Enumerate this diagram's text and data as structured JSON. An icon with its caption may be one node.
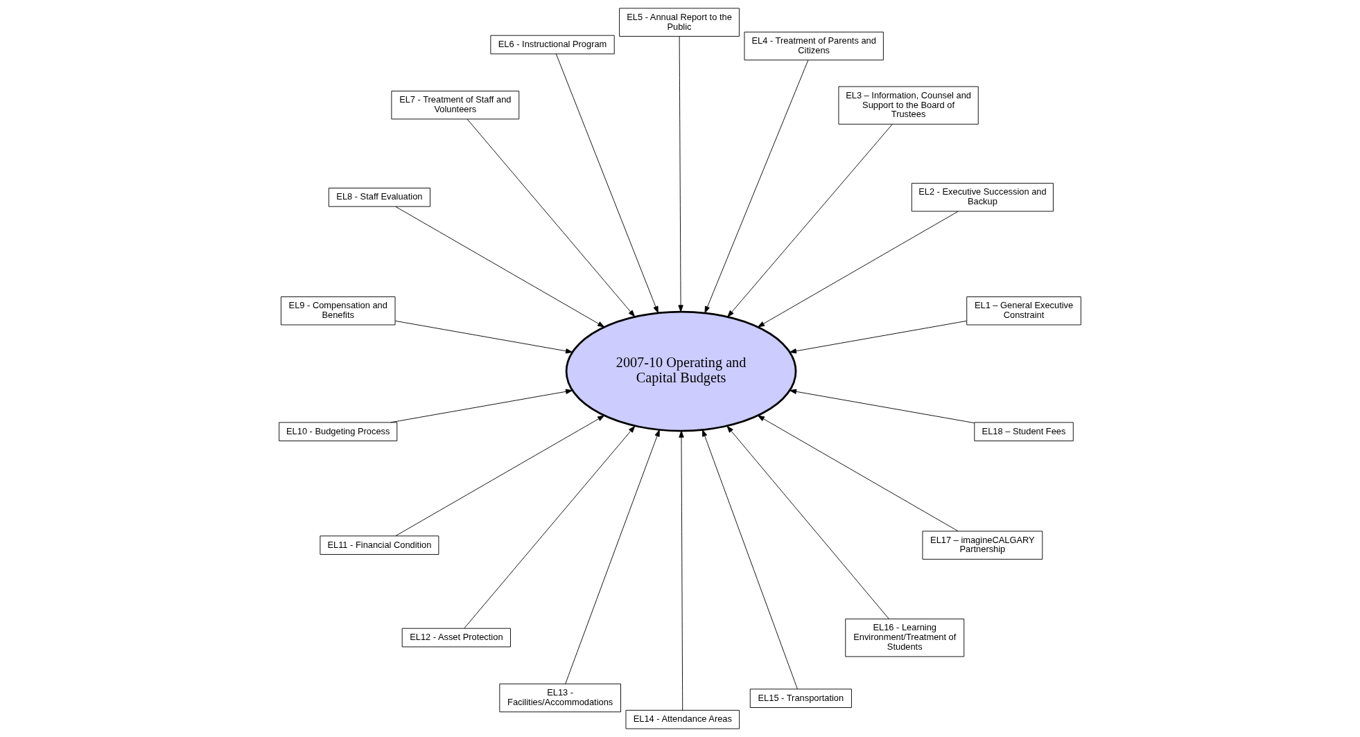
{
  "diagram": {
    "nodes": [
      {
        "text": [
          "2007-10 Operating and Capital Budgets"
        ]
      },
      {
        "text": [
          "EL1 – General Executive Constraint"
        ]
      },
      {
        "text": [
          "EL2 - Executive Succession and Backup"
        ]
      },
      {
        "text": [
          "EL3 – Information, Counsel and Support to the Board of Trustees"
        ]
      },
      {
        "text": [
          "EL4 - Treatment of Parents and Citizens"
        ]
      },
      {
        "text": [
          "EL5 - Annual Report to the Public"
        ]
      },
      {
        "text": [
          "EL6 - Instructional Program"
        ]
      },
      {
        "text": [
          "EL7 - Treatment of Staff and Volunteers"
        ]
      },
      {
        "text": [
          "EL8 - Staff Evaluation"
        ]
      },
      {
        "text": [
          "EL9 - Compensation and Benefits"
        ]
      },
      {
        "text": [
          "EL10 - Budgeting Process"
        ]
      },
      {
        "text": [
          "EL11 - Financial Condition"
        ]
      },
      {
        "text": [
          "EL12 - Asset Protection"
        ]
      },
      {
        "text": [
          "EL13 - Facilities/Accommodations"
        ]
      },
      {
        "text": [
          "EL14 - Attendance Areas"
        ]
      },
      {
        "text": [
          "EL15 - Transportation"
        ]
      },
      {
        "text": [
          "EL16 - Learning Environment/Treatment of Students"
        ]
      },
      {
        "text": [
          "EL17 – imagineCALGARY Partnership"
        ]
      },
      {
        "text": [
          "EL18 – Student Fees"
        ]
      }
    ],
    "edges": [
      {
        "from": 1,
        "to": 0,
        "arrow": "to"
      },
      {
        "from": 2,
        "to": 0,
        "arrow": "to"
      },
      {
        "from": 3,
        "to": 0,
        "arrow": "to"
      },
      {
        "from": 4,
        "to": 0,
        "arrow": "to"
      },
      {
        "from": 5,
        "to": 0,
        "arrow": "to"
      },
      {
        "from": 6,
        "to": 0,
        "arrow": "to"
      },
      {
        "from": 7,
        "to": 0,
        "arrow": "to"
      },
      {
        "from": 8,
        "to": 0,
        "arrow": "to"
      },
      {
        "from": 9,
        "to": 0,
        "arrow": "to"
      },
      {
        "from": 10,
        "to": 0,
        "arrow": "to"
      },
      {
        "from": 11,
        "to": 0,
        "arrow": "to"
      },
      {
        "from": 12,
        "to": 0,
        "arrow": "to"
      },
      {
        "from": 13,
        "to": 0,
        "arrow": "to"
      },
      {
        "from": 14,
        "to": 0,
        "arrow": "to"
      },
      {
        "from": 15,
        "to": 0,
        "arrow": "to"
      },
      {
        "from": 16,
        "to": 0,
        "arrow": "to"
      },
      {
        "from": 17,
        "to": 0,
        "arrow": "to"
      },
      {
        "from": 18,
        "to": 0,
        "arrow": "to"
      }
    ]
  }
}
